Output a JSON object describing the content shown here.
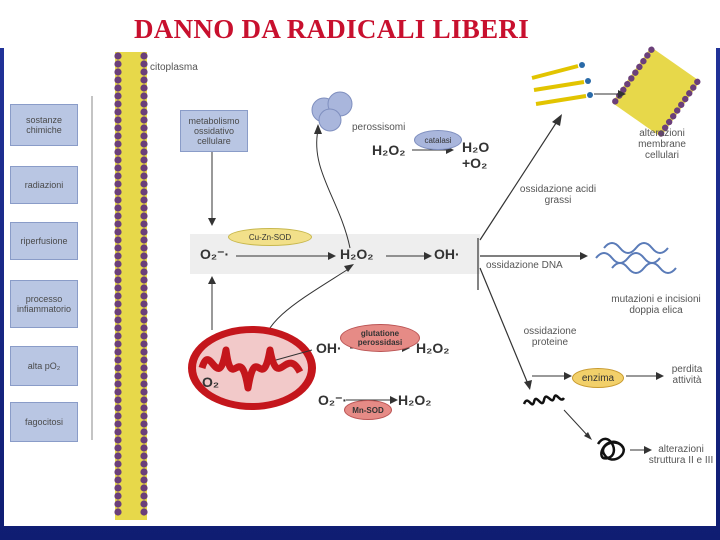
{
  "title": "DANNO DA RADICALI LIBERI",
  "labels": {
    "citoplasma": "citoplasma",
    "perossisomi": "perossisomi",
    "catalasi": "catalasi",
    "cu_zn_sod": "Cu-Zn-SOD",
    "glutatione": "glutatione perossidasi",
    "mn_sod": "Mn-SOD",
    "enzima": "enzima",
    "metabolismo": "metabolismo ossidativo cellulare",
    "ossidazione_acidi": "ossidazione acidi grassi",
    "ossidazione_dna": "ossidazione DNA",
    "ossidazione_proteine": "ossidazione proteine",
    "alterazioni_membrane": "alterazioni membrane cellulari",
    "mutazioni": "mutazioni e incisioni doppia elica",
    "perdita": "perdita attività",
    "alterazioni_struttura": "alterazioni struttura II e III"
  },
  "chemistry": {
    "o2_radical": "O₂⁻·",
    "h2o2": "H₂O₂",
    "oh_radical": "OH·",
    "h2o": "H₂O",
    "o2_product": "+O₂",
    "o2_mito": "O₂",
    "oh_mito": "OH·",
    "o2_radical_mito": "O₂⁻·"
  },
  "sources": [
    "sostanze chimiche",
    "radiazioni",
    "riperfusione",
    "processo infiammatorio",
    "alta pO₂",
    "fagocitosi"
  ],
  "colors": {
    "title_red": "#c8102e",
    "box_blue": "#b9c6e3",
    "membrane_purple": "#6b3f7a",
    "membrane_yellow": "#e7d84a",
    "mito_red": "#c4161c",
    "enzyme_red": "#e68b86",
    "enzyme_yellow": "#f2e08a"
  }
}
